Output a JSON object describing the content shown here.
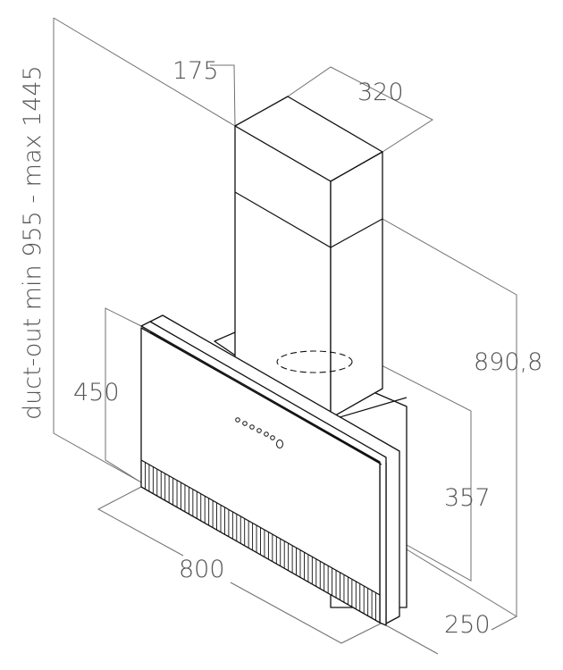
{
  "dimensions": {
    "chimney_depth": "175",
    "chimney_width": "320",
    "total_height_range": "duct-out min 955 - max 1445",
    "height": "890,8",
    "panel_height": "450",
    "body_height": "357",
    "width": "800",
    "depth": "250"
  },
  "colors": {
    "line": "#111111",
    "dimension": "#707070",
    "text": "#555555"
  }
}
